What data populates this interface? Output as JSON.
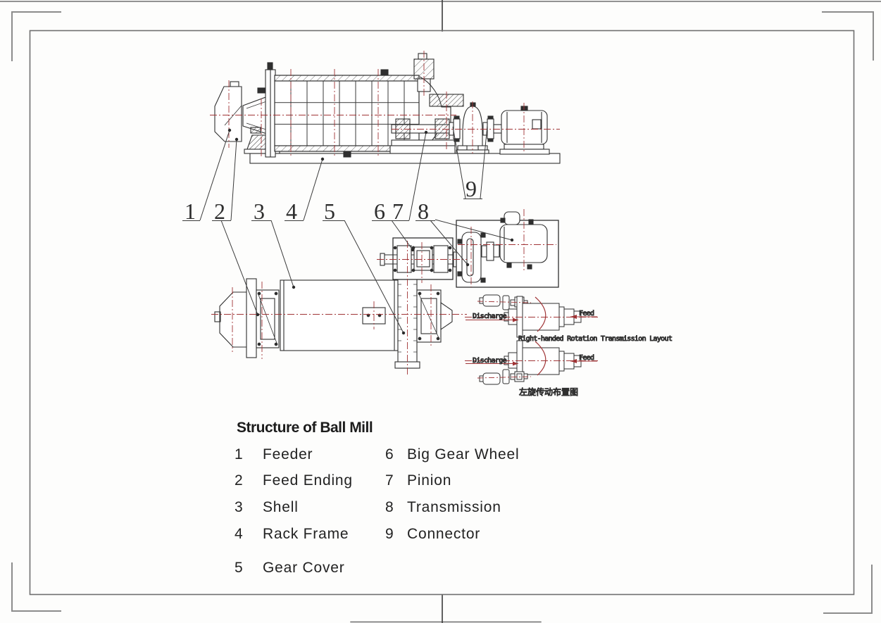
{
  "colors": {
    "line": "#2f2f2f",
    "centerline_red": "#a03436",
    "frame_gray": "#6f6f6f",
    "corner_mark_gray": "#8c8c8c",
    "text_dark": "#1c1c1c"
  },
  "legend": {
    "title": "Structure of Ball Mill",
    "items_left": [
      {
        "num": "1",
        "label": "Feeder"
      },
      {
        "num": "2",
        "label": "Feed Ending"
      },
      {
        "num": "3",
        "label": "Shell"
      },
      {
        "num": "4",
        "label": "Rack Frame"
      },
      {
        "num": "5",
        "label": "Gear Cover"
      }
    ],
    "items_right": [
      {
        "num": "6",
        "label": "Big Gear Wheel"
      },
      {
        "num": "7",
        "label": "Pinion"
      },
      {
        "num": "8",
        "label": "Transmission"
      },
      {
        "num": "9",
        "label": "Connector"
      }
    ]
  },
  "callouts": {
    "c1": "1",
    "c2": "2",
    "c3": "3",
    "c4": "4",
    "c5": "5",
    "c6": "6",
    "c7": "7",
    "c8": "8",
    "c9": "9"
  },
  "mini_diagrams": {
    "right_handed": {
      "discharge": "Discharge",
      "feed": "Feed",
      "caption": "Right-handed Rotation Transmission Layout"
    },
    "left_handed": {
      "discharge": "Discharge",
      "feed": "Feed",
      "caption": "左旋传动布置图"
    }
  }
}
